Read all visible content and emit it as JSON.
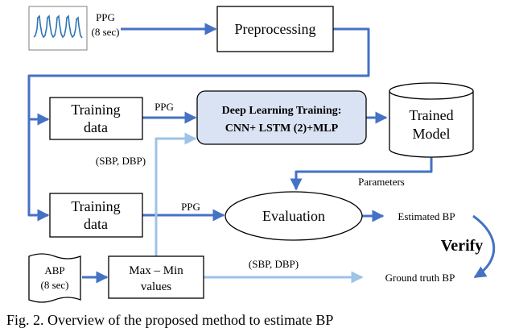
{
  "nodes": {
    "ppg_thumbnail": {
      "label_1": "PPG",
      "label_2": "(8 sec)"
    },
    "preprocessing": {
      "label": "Preprocessing"
    },
    "training_data_top": {
      "line_1": "Training",
      "line_2": "data"
    },
    "training_data_bottom": {
      "line_1": "Training",
      "line_2": "data"
    },
    "deep_learning": {
      "line_1": "Deep Learning Training:",
      "line_2": "CNN+ LSTM (2)+MLP"
    },
    "trained_model": {
      "line_1": "Trained",
      "line_2": "Model"
    },
    "evaluation": {
      "label": "Evaluation"
    },
    "abp": {
      "line_1": "ABP",
      "line_2": "(8 sec)"
    },
    "max_min": {
      "line_1": "Max – Min",
      "line_2": "values"
    },
    "estimated_bp": {
      "label": "Estimated BP"
    },
    "ground_truth_bp": {
      "label": "Ground truth BP"
    }
  },
  "edges": {
    "ppg_to_dl": "PPG",
    "sbp_dbp_to_dl": "(SBP, DBP)",
    "parameters": "Parameters",
    "ppg_to_eval": "PPG",
    "sbp_dbp_to_gt": "(SBP, DBP)",
    "verify": "Verify"
  },
  "caption": "Fig. 2. Overview of the proposed method to estimate BP",
  "colors": {
    "arrow_dark": "#4472c4",
    "arrow_light": "#9dc3e6",
    "dl_fill": "#dae3f3",
    "waveform": "#2e75b6"
  }
}
